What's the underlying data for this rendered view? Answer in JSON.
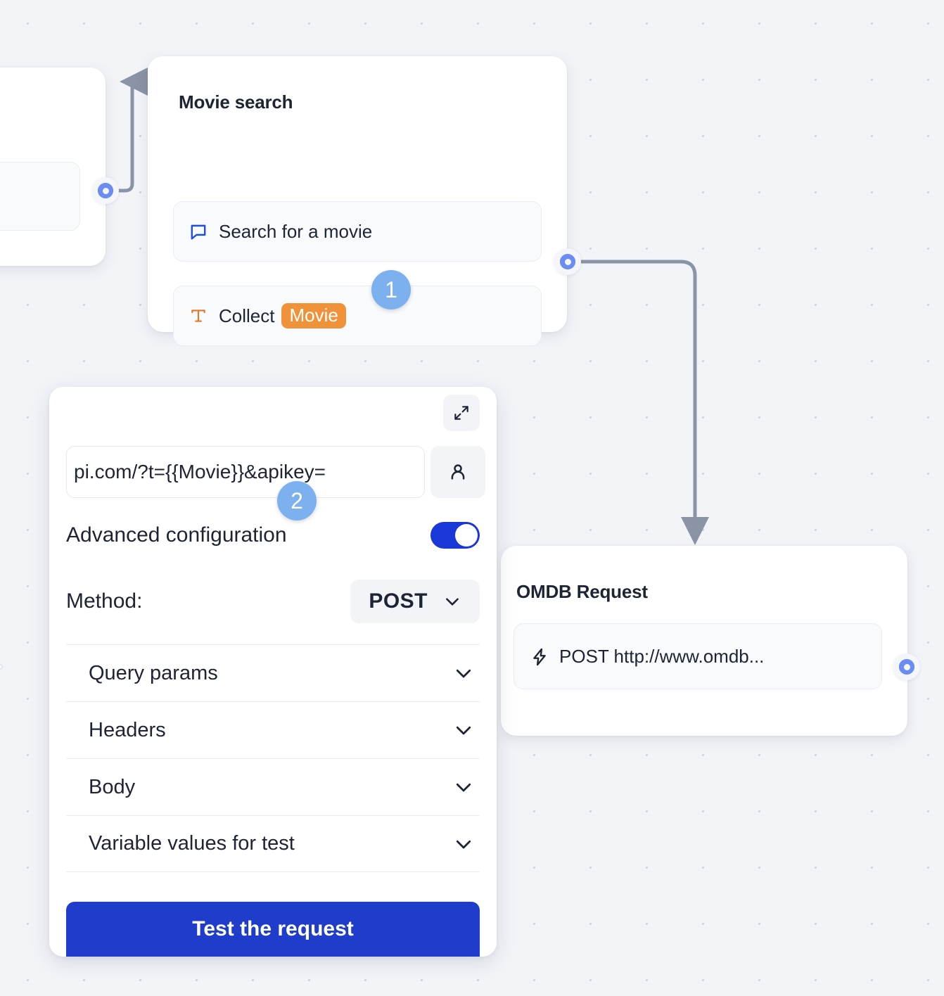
{
  "canvas": {
    "background_color": "#f2f4f8",
    "dot_color": "#c8cfdd"
  },
  "nodes": {
    "partial_left": {
      "name": "partial-node"
    },
    "movie_search": {
      "title": "Movie search",
      "rows": [
        {
          "icon": "message-bubble-icon",
          "label": "Search for a movie",
          "icon_color": "#1f4fd8"
        },
        {
          "icon": "text-type-icon",
          "label": "Collect",
          "chip": "Movie",
          "icon_color": "#e0782a",
          "chip_color": "#ef9239"
        }
      ]
    },
    "omdb_request": {
      "title": "OMDB Request",
      "rows": [
        {
          "icon": "lightning-bolt-icon",
          "label": "POST http://www.omdb..."
        }
      ]
    }
  },
  "panel": {
    "expand_icon": "expand-diagonal-icon",
    "user_icon": "person-icon",
    "url": {
      "value": "pi.com/?t={{Movie}}&apikey=",
      "placeholder": "Enter request URL"
    },
    "advanced": {
      "label": "Advanced configuration",
      "enabled": true,
      "toggle_color": "#1a38d8"
    },
    "method": {
      "label": "Method:",
      "value": "POST",
      "chevron_icon": "chevron-down-icon"
    },
    "accordion": [
      {
        "label": "Query params",
        "chevron_icon": "chevron-down-icon"
      },
      {
        "label": "Headers",
        "chevron_icon": "chevron-down-icon"
      },
      {
        "label": "Body",
        "chevron_icon": "chevron-down-icon"
      },
      {
        "label": "Variable values for test",
        "chevron_icon": "chevron-down-icon"
      }
    ],
    "test_button": {
      "label": "Test the request",
      "color": "#1f3ccb"
    }
  },
  "badges": [
    {
      "number": "1",
      "color": "#7cb0ef"
    },
    {
      "number": "2",
      "color": "#7cb0ef"
    }
  ],
  "handles": {
    "color": "#6b8cf2"
  }
}
